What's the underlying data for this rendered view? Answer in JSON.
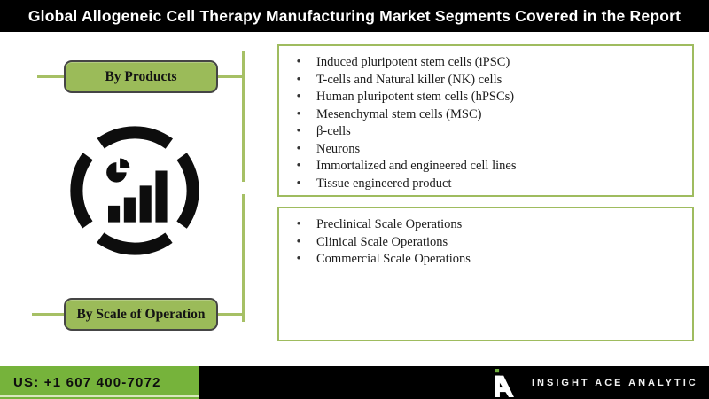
{
  "header": {
    "title": "Global Allogeneic Cell Therapy Manufacturing Market Segments Covered in the Report"
  },
  "segments": [
    {
      "label": "By Products",
      "items": [
        "Induced pluripotent stem cells (iPSC)",
        "T-cells and Natural killer (NK) cells",
        "Human pluripotent stem cells (hPSCs)",
        "Mesenchymal stem cells (MSC)",
        "β-cells",
        "Neurons",
        "Immortalized and engineered cell lines",
        "Tissue engineered product"
      ]
    },
    {
      "label": "By Scale of Operation",
      "items": [
        "Preclinical Scale Operations",
        "Clinical Scale Operations",
        "Commercial Scale Operations"
      ]
    }
  ],
  "icons": {
    "center_icon": "analytics-chart-icon",
    "logo_icon": "insight-ace-logo-icon"
  },
  "footer": {
    "phone": "US: +1 607 400-7072",
    "brand": "INSIGHT ACE ANALYTIC"
  },
  "colors": {
    "header_bg": "#000000",
    "button_green": "#9bbb59",
    "connector_green": "#a6c065",
    "box_border_green": "#9fbc5f",
    "footer_green": "#76b33b",
    "footer_bg": "#000000",
    "logo_dot_green": "#6fae3d"
  }
}
